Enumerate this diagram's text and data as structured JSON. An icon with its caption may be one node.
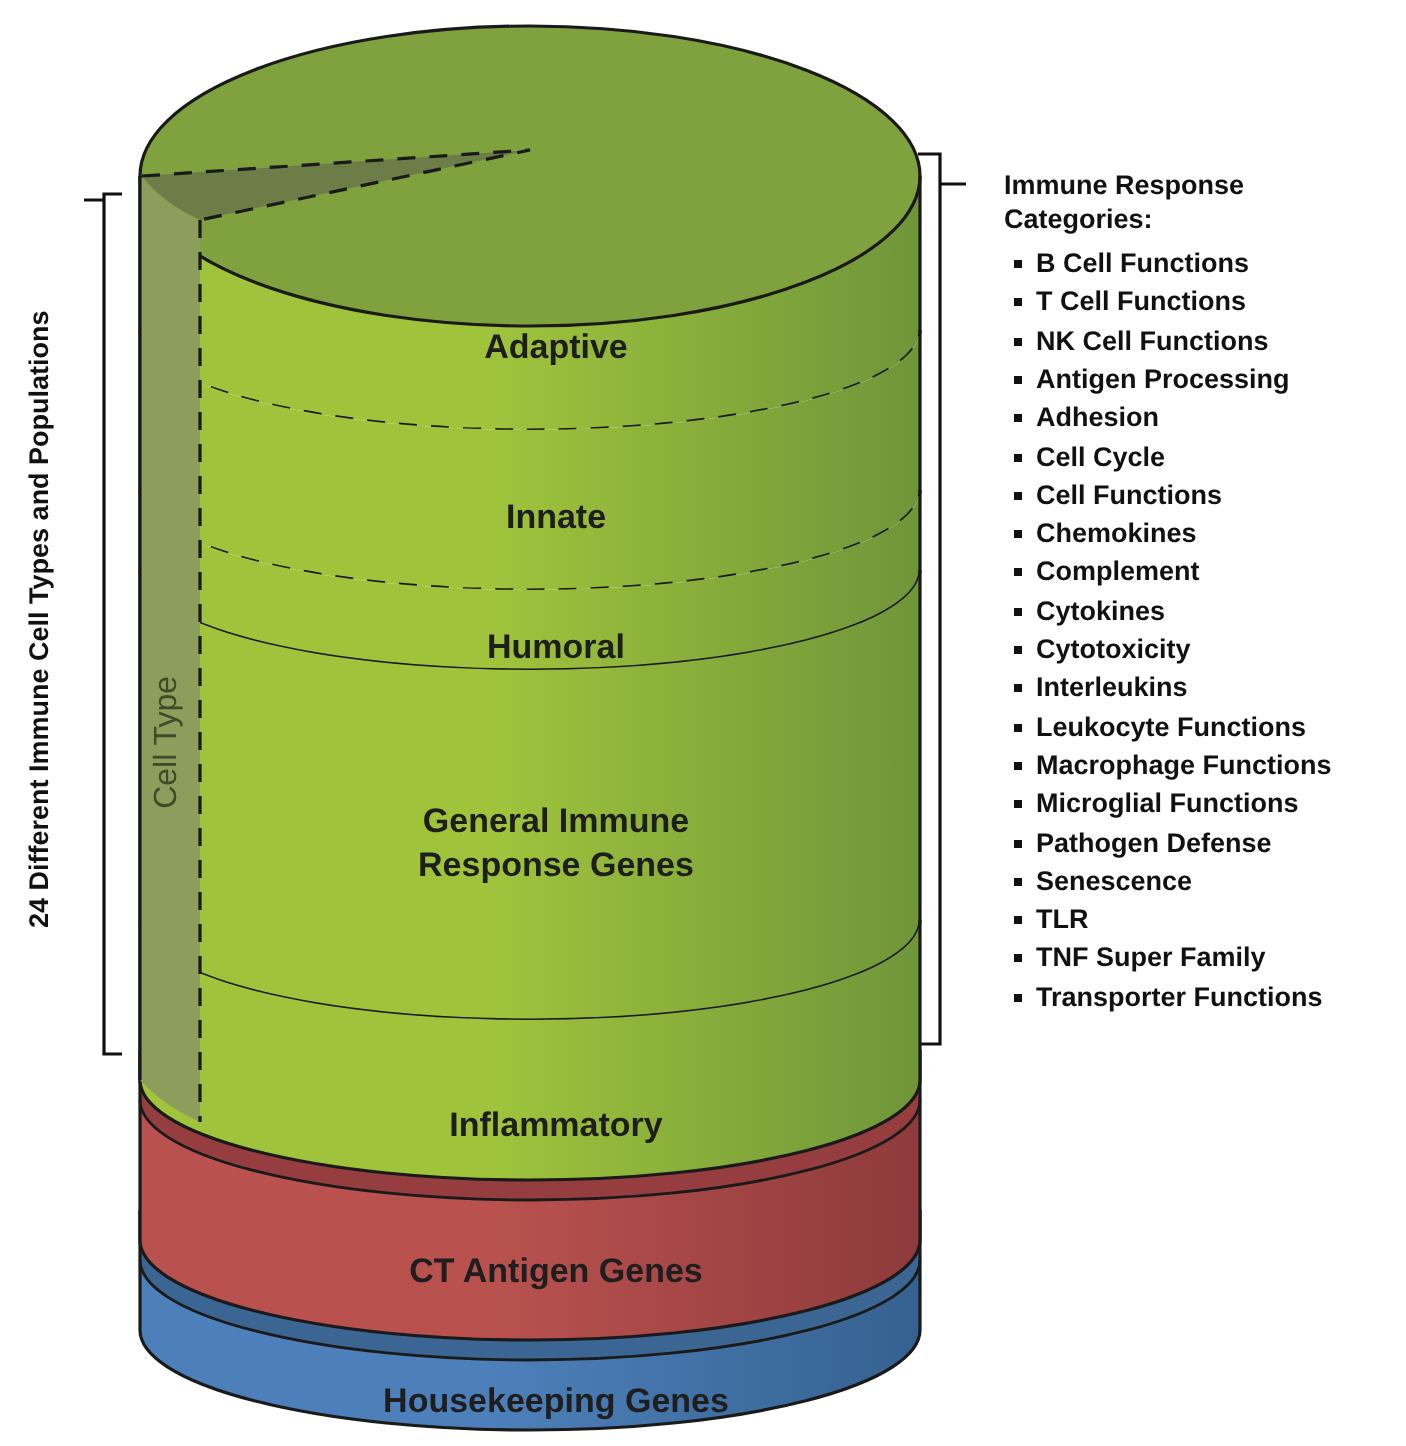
{
  "diagram": {
    "nodes": [
      {
        "text": [
          "Adaptive"
        ]
      },
      {
        "text": [
          "Innate"
        ]
      },
      {
        "text": [
          "Humoral"
        ]
      },
      {
        "text": [
          "General Immune Response Genes"
        ]
      },
      {
        "text": [
          "Inflammatory"
        ]
      },
      {
        "text": [
          "Cell Type"
        ]
      },
      {
        "text": [
          "CT Antigen Genes"
        ]
      },
      {
        "text": [
          "Housekeeping Genes"
        ]
      }
    ],
    "labels": [
      "24 Different Immune Cell Types and Populations",
      "Immune Response Categories:",
      "B Cell Functions",
      "T Cell Functions",
      "NK Cell Functions",
      "Antigen Processing",
      "Adhesion",
      "Cell Cycle",
      "Cell Functions",
      "Chemokines",
      "Complement",
      "Cytokines",
      "Cytotoxicity",
      "Interleukins",
      "Leukocyte Functions",
      "Macrophage Functions",
      "Microglial Functions",
      "Pathogen Defense",
      "Senescence",
      "TLR",
      "TNF Super Family",
      "Transporter Functions"
    ]
  }
}
